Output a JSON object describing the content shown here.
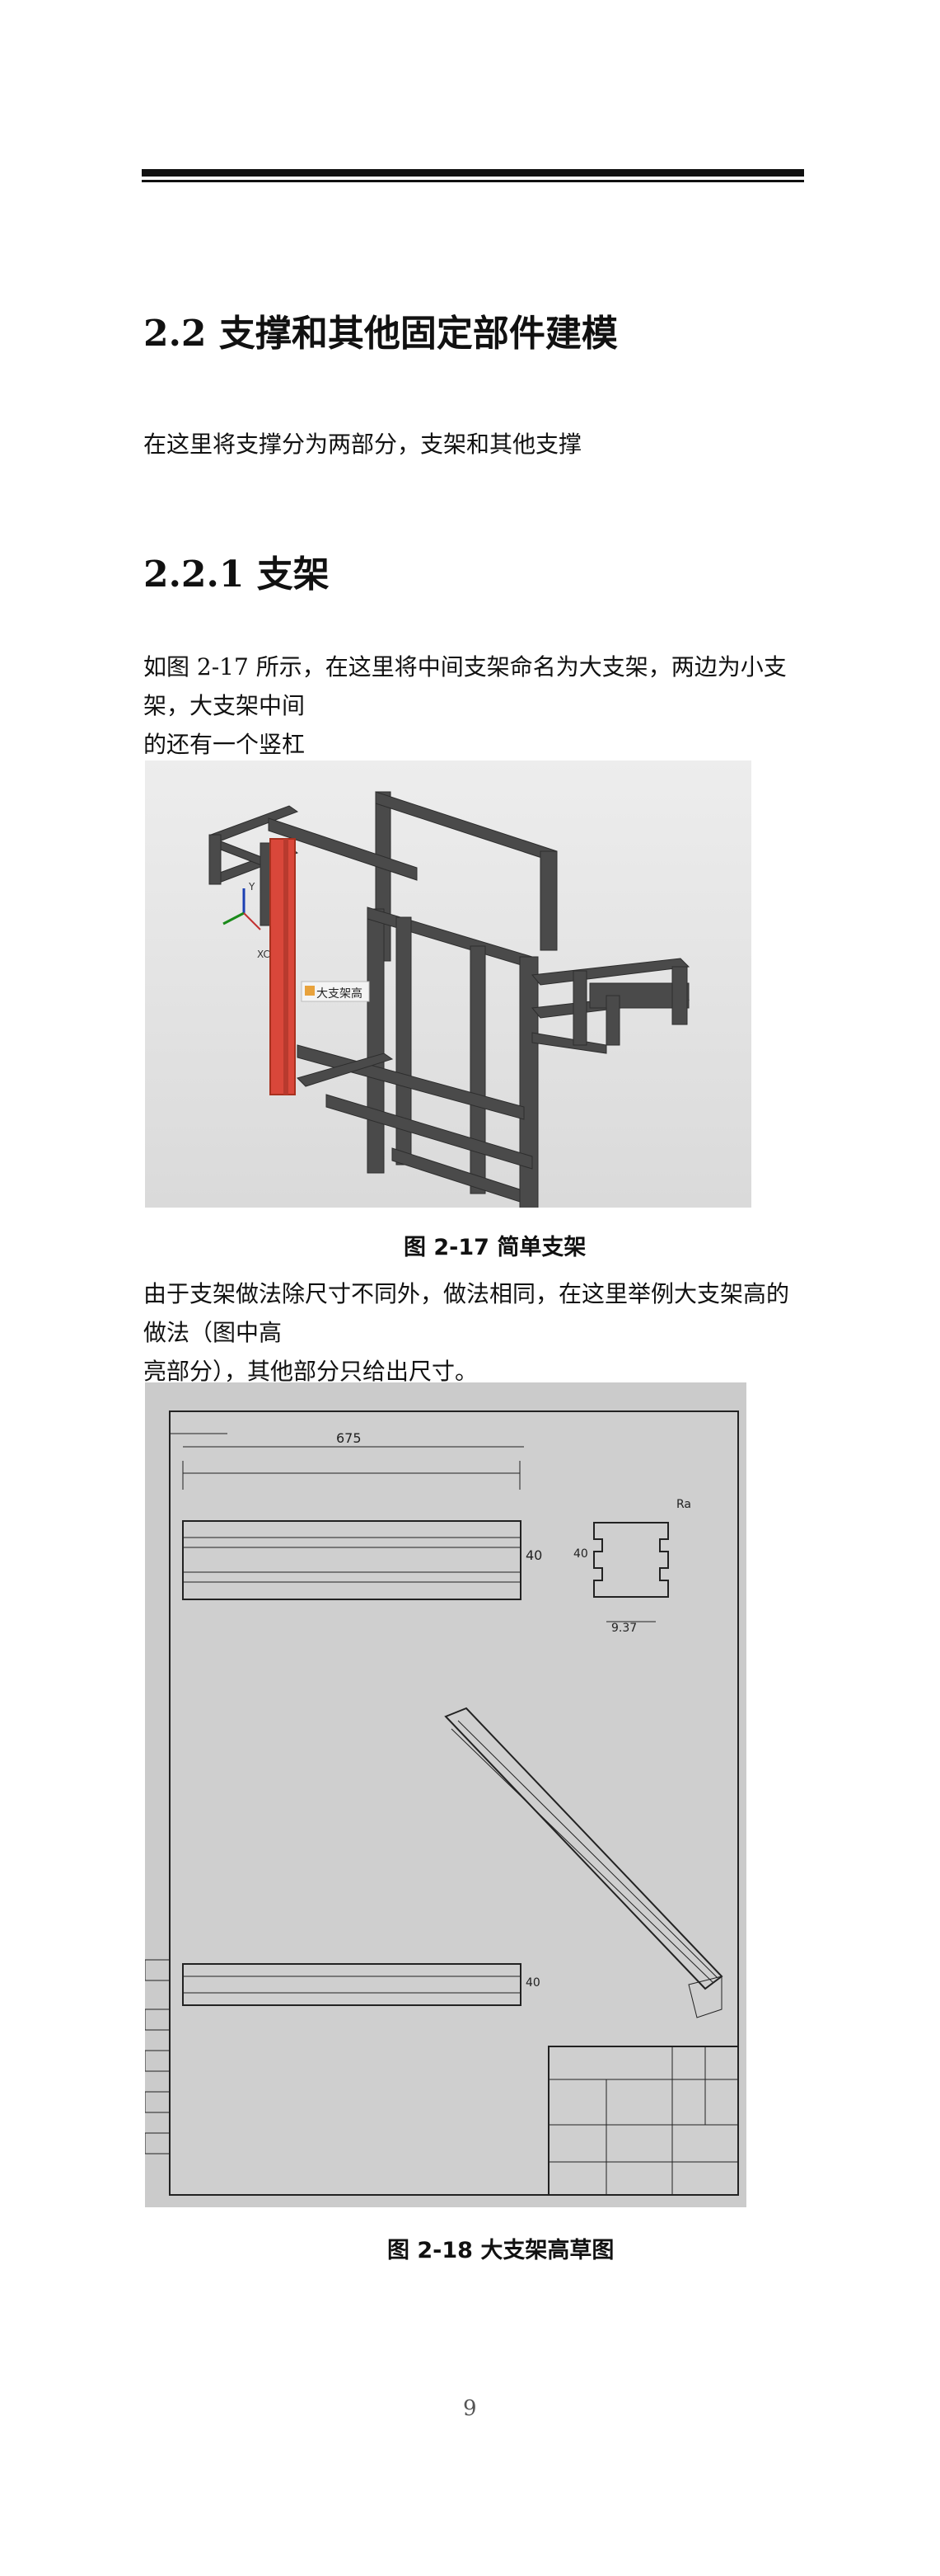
{
  "section": {
    "heading": "2.2 支撑和其他固定部件建模",
    "intro": "在这里将支撑分为两部分，支架和其他支撑"
  },
  "subsection": {
    "heading": "2.2.1 支架",
    "para1_line1": "如图  2-17 所示，在这里将中间支架命名为大支架，两边为小支架，大支架中间",
    "para1_line2": "的还有一个竖杠"
  },
  "figure1": {
    "caption": "图  2-17 简单支架",
    "tag_label": "大支架高",
    "axis_y": "Y",
    "axis_xc": "XC"
  },
  "para2": {
    "line1": "由于支架做法除尺寸不同外，做法相同，在这里举例大支架高的做法（图中高",
    "line2": "亮部分），其他部分只给出尺寸。"
  },
  "figure2": {
    "caption": "图  2-18 大支架高草图",
    "dim_length": "675",
    "dim_height": "40",
    "dim_side": "40",
    "dim_profile_w": "40",
    "dim_profile_h": "9.37",
    "roughness": "Ra"
  },
  "page": {
    "number": "9"
  },
  "colors": {
    "highlight": "#d9473a",
    "frame": "#4a4a4a"
  }
}
